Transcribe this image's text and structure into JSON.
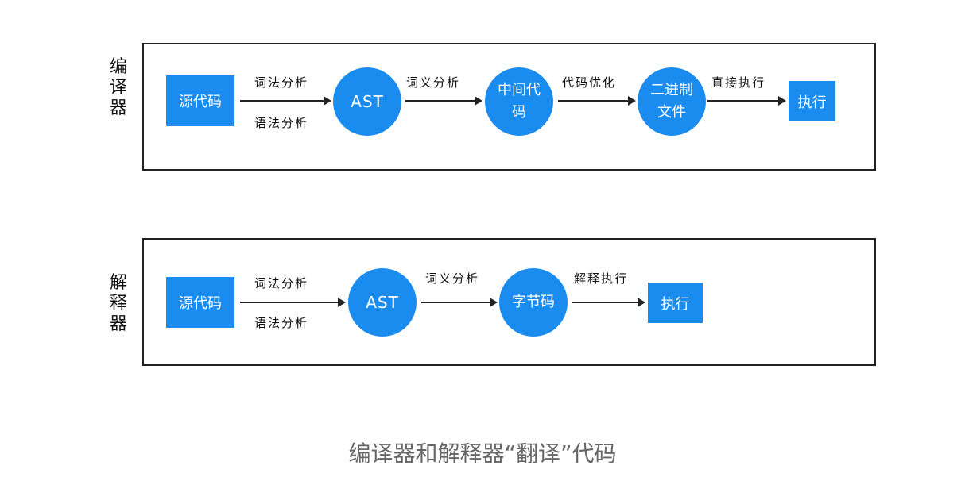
{
  "compiler": {
    "side_label": "编译器",
    "source": "源代码",
    "step1_top": "词法分析",
    "step1_bottom": "语法分析",
    "ast": "AST",
    "step2": "词义分析",
    "ir": "中间代码",
    "step3": "代码优化",
    "binary": "二进制文件",
    "step4": "直接执行",
    "execute": "执行"
  },
  "interpreter": {
    "side_label": "解释器",
    "source": "源代码",
    "step1_top": "词法分析",
    "step1_bottom": "语法分析",
    "ast": "AST",
    "step2": "词义分析",
    "bytecode": "字节码",
    "step3": "解释执行",
    "execute": "执行"
  },
  "caption": "编译器和解释器“翻译”代码",
  "colors": {
    "node": "#1a8cf0",
    "border": "#222222",
    "caption": "#666666"
  }
}
